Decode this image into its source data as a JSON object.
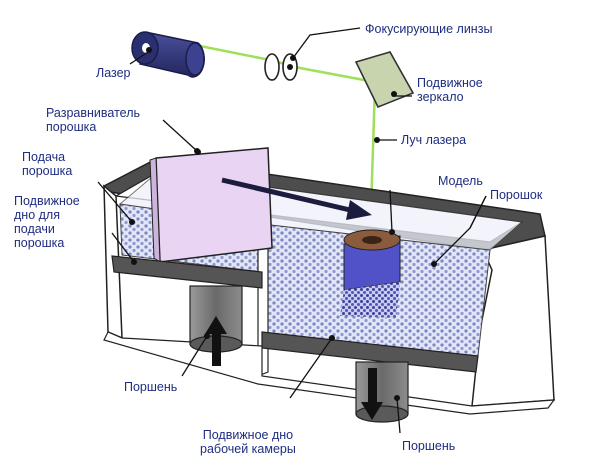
{
  "labels": {
    "laser": "Лазер",
    "focusing_lenses": "Фокусирующие линзы",
    "leveler_line1": "Разравниватель",
    "leveler_line2": "порошка",
    "moving_mirror_line1": "Подвижное",
    "moving_mirror_line2": "зеркало",
    "laser_beam": "Луч лазера",
    "feed_line1": "Подача",
    "feed_line2": "порошка",
    "model": "Модель",
    "powder": "Порошок",
    "feed_floor_line1": "Подвижное",
    "feed_floor_line2": "дно для",
    "feed_floor_line3": "подачи",
    "feed_floor_line4": "порошка",
    "piston_left": "Поршень",
    "chamber_floor_line1": "Подвижное дно",
    "chamber_floor_line2": "рабочей камеры",
    "piston_right": "Поршень"
  },
  "colors": {
    "label_text": "#1f2d80",
    "laser_beam": "#9ee05a",
    "laser_body": "#2a2f70",
    "powder_bed": "#e3e6f6",
    "powder_dots": "#7b86c4",
    "model": "#5151c8",
    "leveler": "#e9d4f4",
    "mirror": "#c8d4ae",
    "machine_walls": "#ffffff",
    "floor_plate": "#555555",
    "piston": "#6e6e6e"
  },
  "icons": {
    "laser": "laser-tube-icon",
    "lenses": "focusing-lens-icon",
    "mirror": "moving-mirror-icon",
    "arrows": "motion-arrow-icon"
  }
}
